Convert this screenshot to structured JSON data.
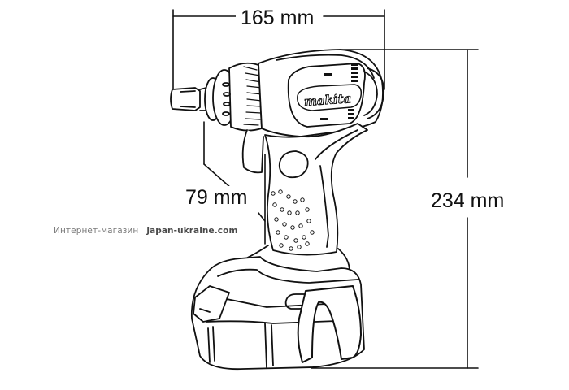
{
  "diagram": {
    "subject": "Cordless impact driver",
    "brand_label": "makita",
    "dimensions": {
      "width": {
        "label": "165 mm",
        "value": 165,
        "unit": "mm"
      },
      "depth": {
        "label": "79 mm",
        "value": 79,
        "unit": "mm"
      },
      "height": {
        "label": "234 mm",
        "value": 234,
        "unit": "mm"
      }
    },
    "line_color": "#111111"
  },
  "watermark": {
    "prefix": "Интернет-магазин",
    "site": "japan-ukraine.com"
  }
}
